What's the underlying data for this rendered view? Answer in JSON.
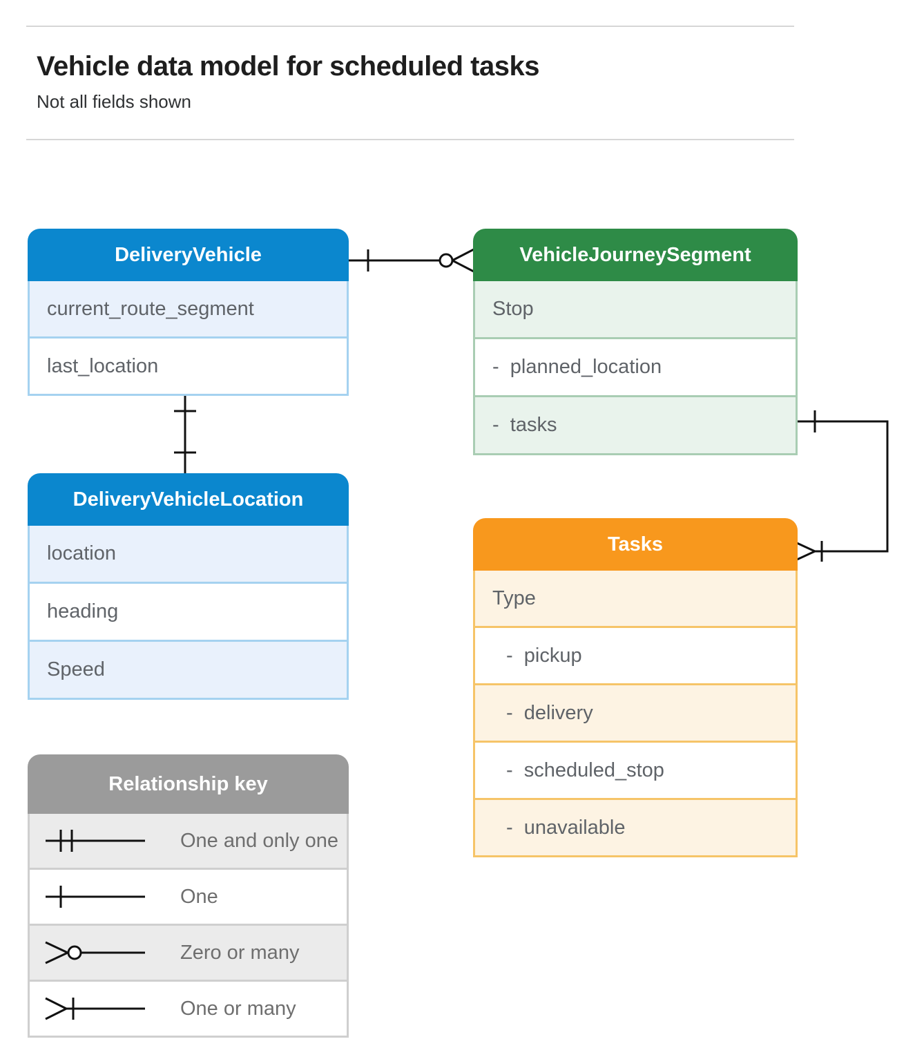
{
  "header": {
    "title": "Vehicle data model for scheduled tasks",
    "subtitle": "Not all fields shown"
  },
  "entities": [
    {
      "name": "DeliveryVehicle",
      "color": "#0b87ce",
      "tint": "#e9f1fc",
      "border": "#a5d2f0",
      "fields": [
        "current_route_segment",
        "last_location"
      ]
    },
    {
      "name": "VehicleJourneySegment",
      "color": "#2e8b47",
      "tint": "#e9f3ec",
      "border": "#a9cdb3",
      "fields": [
        "Stop",
        "-  planned_location",
        "-  tasks"
      ]
    },
    {
      "name": "DeliveryVehicleLocation",
      "color": "#0b87ce",
      "tint": "#e9f1fc",
      "border": "#a5d2f0",
      "fields": [
        "location",
        "heading",
        "Speed"
      ]
    },
    {
      "name": "Tasks",
      "color": "#f8981d",
      "tint": "#fdf3e3",
      "border": "#f6c468",
      "fields": [
        "Type",
        "-  pickup",
        "-  delivery",
        "-  scheduled_stop",
        "-  unavailable"
      ]
    }
  ],
  "relationships": [
    {
      "from": "DeliveryVehicle",
      "from_cardinality": "one",
      "to": "VehicleJourneySegment",
      "to_cardinality": "zero-or-many"
    },
    {
      "from": "DeliveryVehicle",
      "from_cardinality": "one",
      "to": "DeliveryVehicleLocation",
      "to_cardinality": "one"
    },
    {
      "from": "VehicleJourneySegment",
      "from_cardinality": "one",
      "to": "Tasks",
      "to_cardinality": "one-or-many"
    }
  ],
  "legend": {
    "title": "Relationship key",
    "items": [
      {
        "symbol": "one-and-only-one",
        "label": "One and only one"
      },
      {
        "symbol": "one",
        "label": "One"
      },
      {
        "symbol": "zero-or-many",
        "label": "Zero or many"
      },
      {
        "symbol": "one-or-many",
        "label": "One or many"
      }
    ]
  },
  "line_color": "#111111"
}
